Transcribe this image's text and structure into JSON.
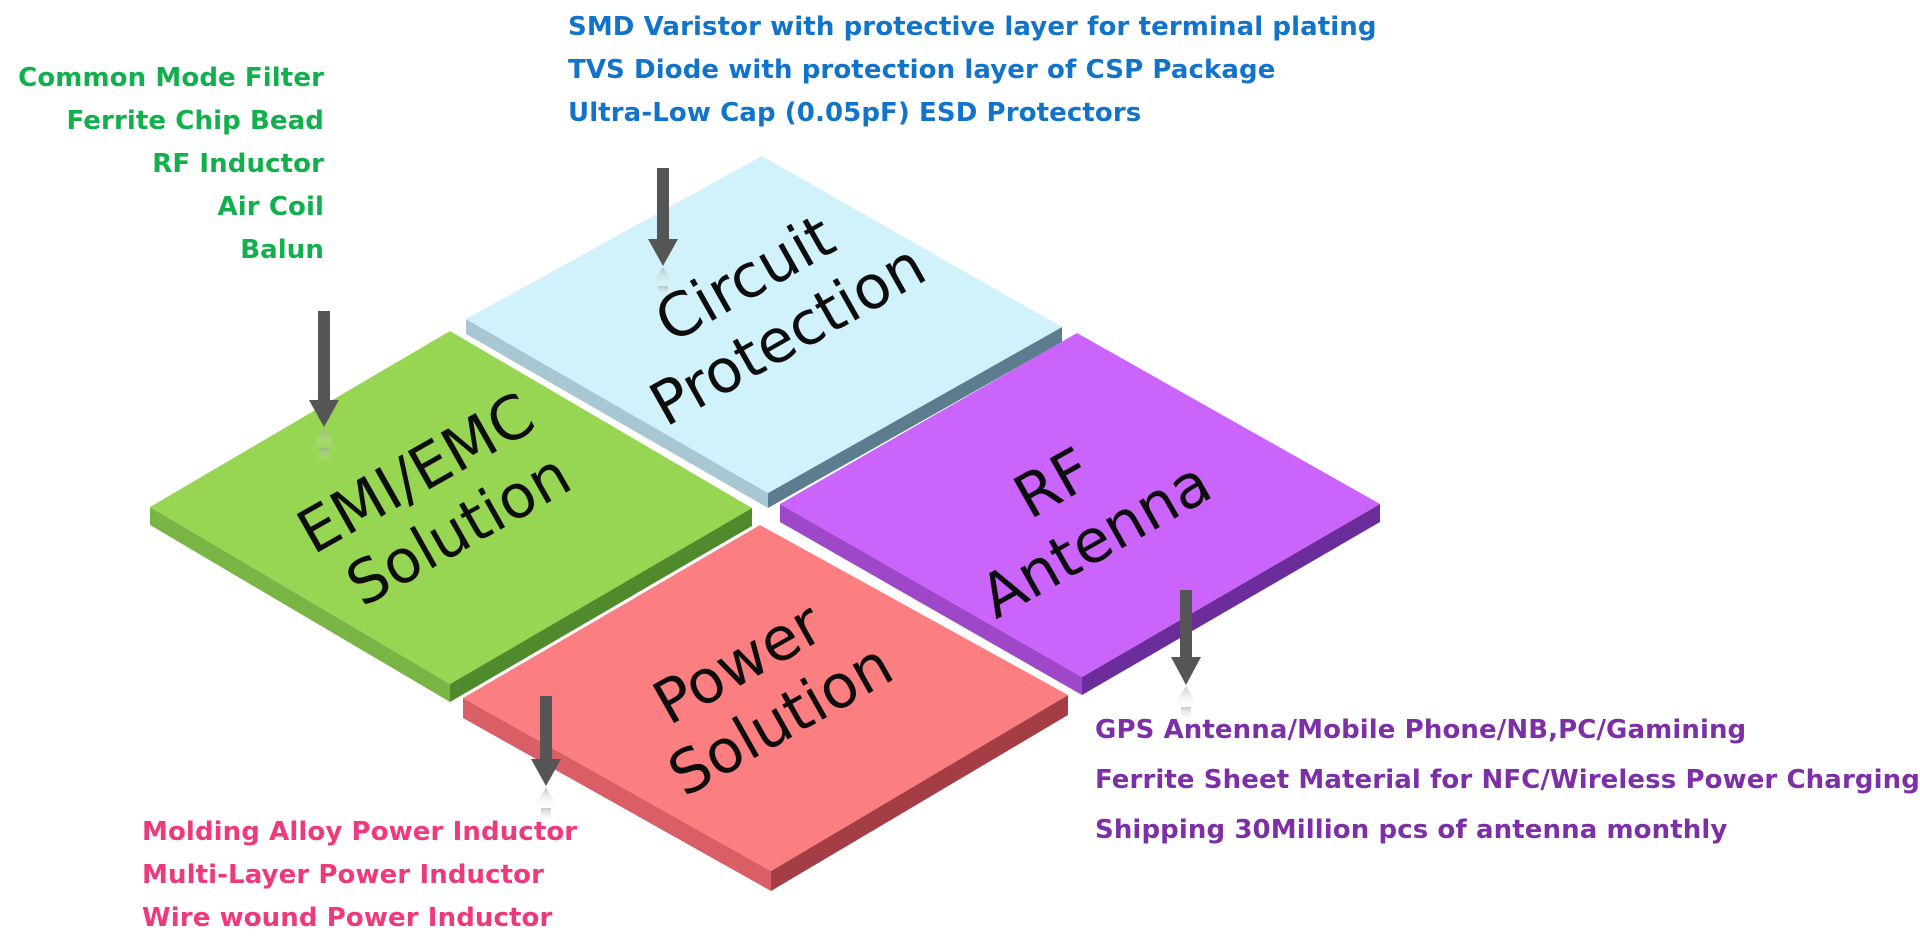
{
  "tiles": {
    "emi": {
      "line1": "EMI/EMC",
      "line2": "Solution",
      "color": "#97d653"
    },
    "circuit": {
      "line1": "Circuit",
      "line2": "Protection",
      "color": "#d1f1fb"
    },
    "rf": {
      "line1": "RF",
      "line2": "Antenna",
      "color": "#cb64fb"
    },
    "power": {
      "line1": "Power",
      "line2": "Solution",
      "color": "#fb7e80"
    }
  },
  "labels": {
    "emi": {
      "color": "#12b04c",
      "items": [
        "Common Mode Filter",
        "Ferrite Chip Bead",
        "RF Inductor",
        "Air Coil",
        "Balun"
      ]
    },
    "circuit": {
      "color": "#1173c9",
      "items": [
        "SMD Varistor with protective layer for terminal plating",
        "TVS Diode with protection layer of CSP Package",
        "Ultra-Low Cap (0.05pF) ESD Protectors"
      ]
    },
    "rf": {
      "color": "#7c2fa6",
      "items": [
        "GPS Antenna/Mobile Phone/NB,PC/Gamining",
        "Ferrite Sheet Material for NFC/Wireless Power Charging",
        "Shipping  30Million pcs of antenna monthly"
      ]
    },
    "power": {
      "color": "#ee3a7d",
      "items": [
        "Molding Alloy Power Inductor",
        "Multi-Layer Power Inductor",
        "Wire wound Power Inductor"
      ]
    }
  }
}
